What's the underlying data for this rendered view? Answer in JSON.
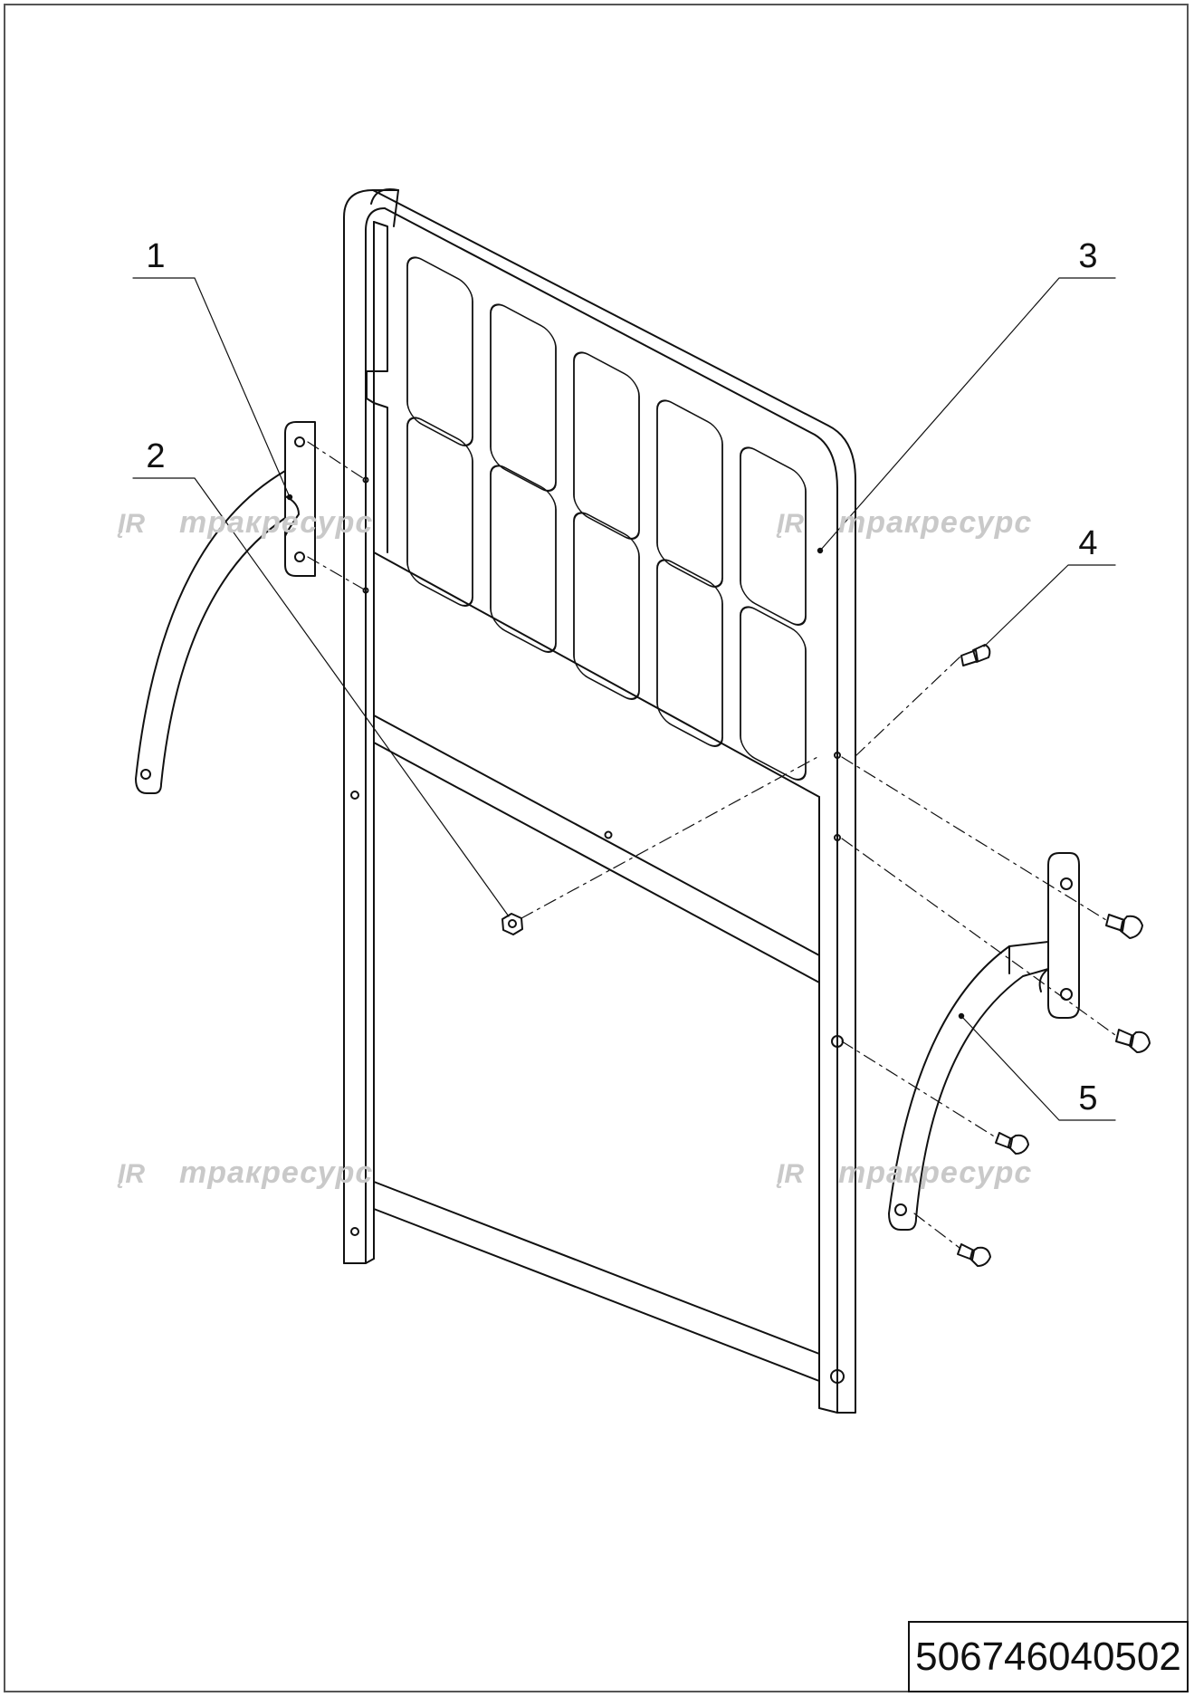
{
  "drawing": {
    "document_number": "506746040502",
    "watermark_text": "тракресурс",
    "callouts": [
      "1",
      "2",
      "3",
      "4",
      "5"
    ]
  }
}
